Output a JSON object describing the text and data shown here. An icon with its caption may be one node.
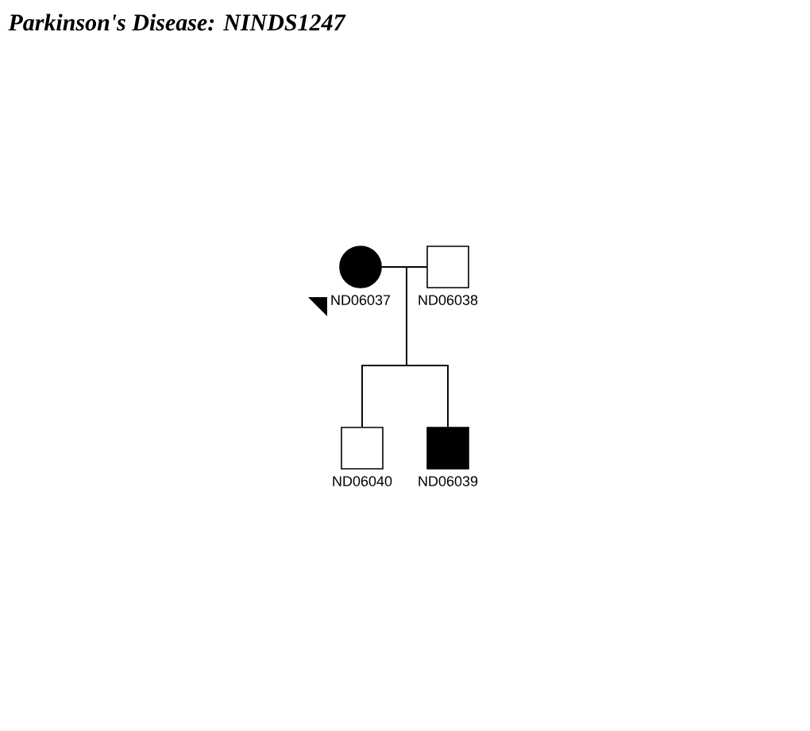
{
  "diagram": {
    "title": "Parkinson's Disease: NINDS1247",
    "nodes": [
      {
        "text": [
          "ND06037"
        ]
      },
      {
        "text": [
          "ND06038"
        ]
      },
      {
        "text": [
          "ND06040"
        ]
      },
      {
        "text": [
          "ND06039"
        ]
      }
    ],
    "edges": [
      {
        "from": 0,
        "to": 1,
        "arrow": "none"
      },
      {
        "from": 0,
        "to": 2,
        "arrow": "none"
      },
      {
        "from": 0,
        "to": 3,
        "arrow": "none"
      },
      {
        "from": 1,
        "to": 2,
        "arrow": "none"
      },
      {
        "from": 1,
        "to": 3,
        "arrow": "none"
      }
    ]
  }
}
